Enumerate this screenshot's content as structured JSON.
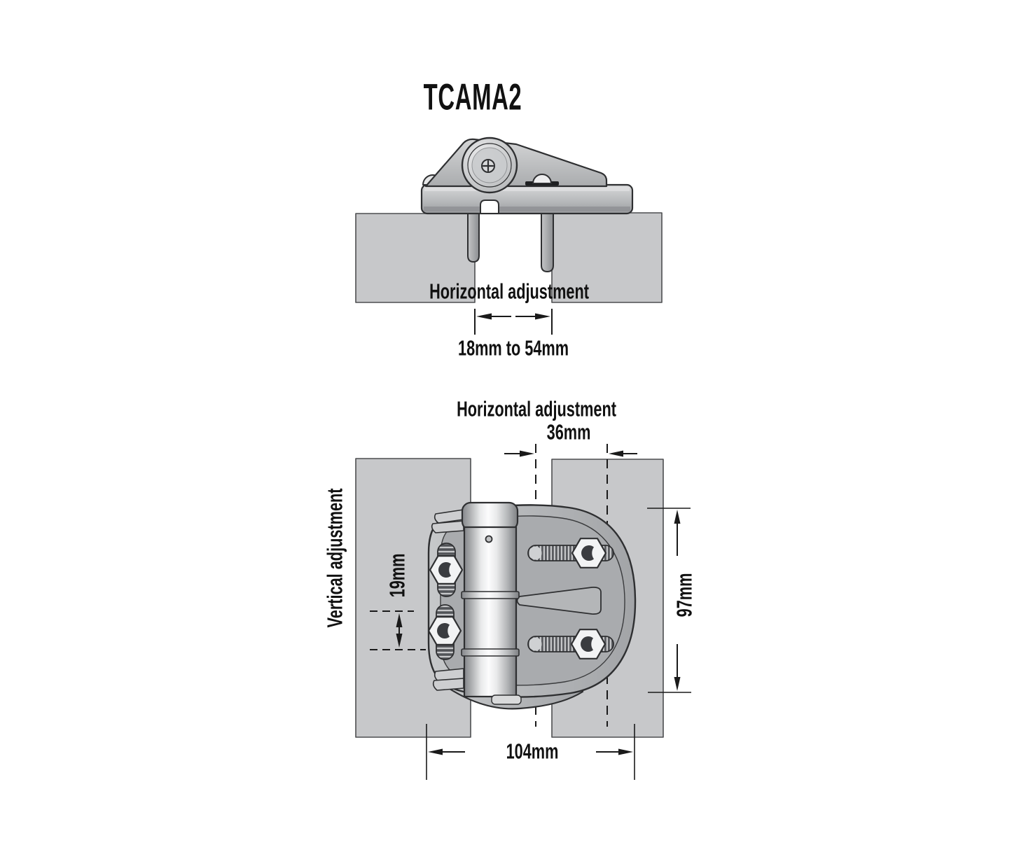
{
  "title": "TCAMA2",
  "top_view": {
    "dimension_label": "Horizontal adjustment",
    "dimension_range": "18mm to 54mm"
  },
  "front_view": {
    "horizontal_label": "Horizontal adjustment",
    "horizontal_value": "36mm",
    "vertical_label": "Vertical adjustment",
    "vertical_value": "19mm",
    "height_value": "97mm",
    "width_value": "104mm"
  },
  "colors": {
    "background": "#ffffff",
    "text": "#111111",
    "outline": "#2e2f31",
    "post_fill": "#c7c8ca",
    "post_border": "#4d4e50",
    "hinge_light": "#d6d7d8",
    "hinge_mid": "#aeb0b2",
    "hinge_dark": "#85878a"
  }
}
